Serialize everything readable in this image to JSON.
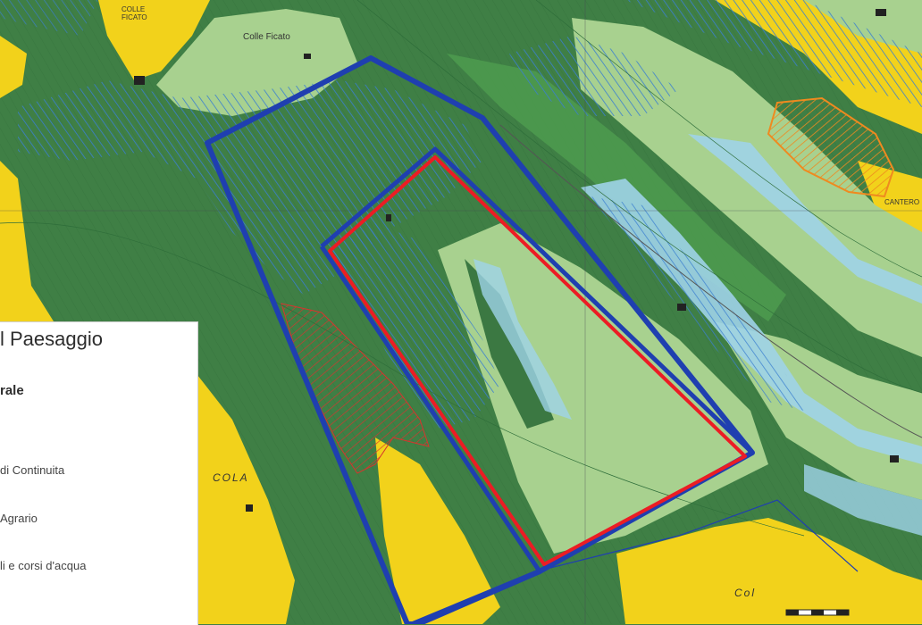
{
  "map": {
    "place_labels": {
      "colle_ficato": "Colle Ficato",
      "colle_ficato_top": "COLLE\nFICATO",
      "cantero": "CANTERO",
      "cola": "COLA",
      "colle_bottom": "Col"
    },
    "colors": {
      "dark_green": "#3f7f45",
      "mid_green": "#4d9a4e",
      "light_green": "#a8d18f",
      "yellow": "#f2d21b",
      "light_blue": "#9fd3e8",
      "hatch_blue": "#3a7fd0",
      "boundary_blue": "#1f3fb0",
      "boundary_red": "#ec1c24",
      "hatch_red": "#d7342e",
      "hatch_orange": "#ef8a1f"
    }
  },
  "legend": {
    "title": "l Paesaggio",
    "subtitle": "rale",
    "items": [
      {
        "label": "di Continuita"
      },
      {
        "label": "Agrario"
      },
      {
        "label": "li e corsi d'acqua"
      }
    ]
  }
}
